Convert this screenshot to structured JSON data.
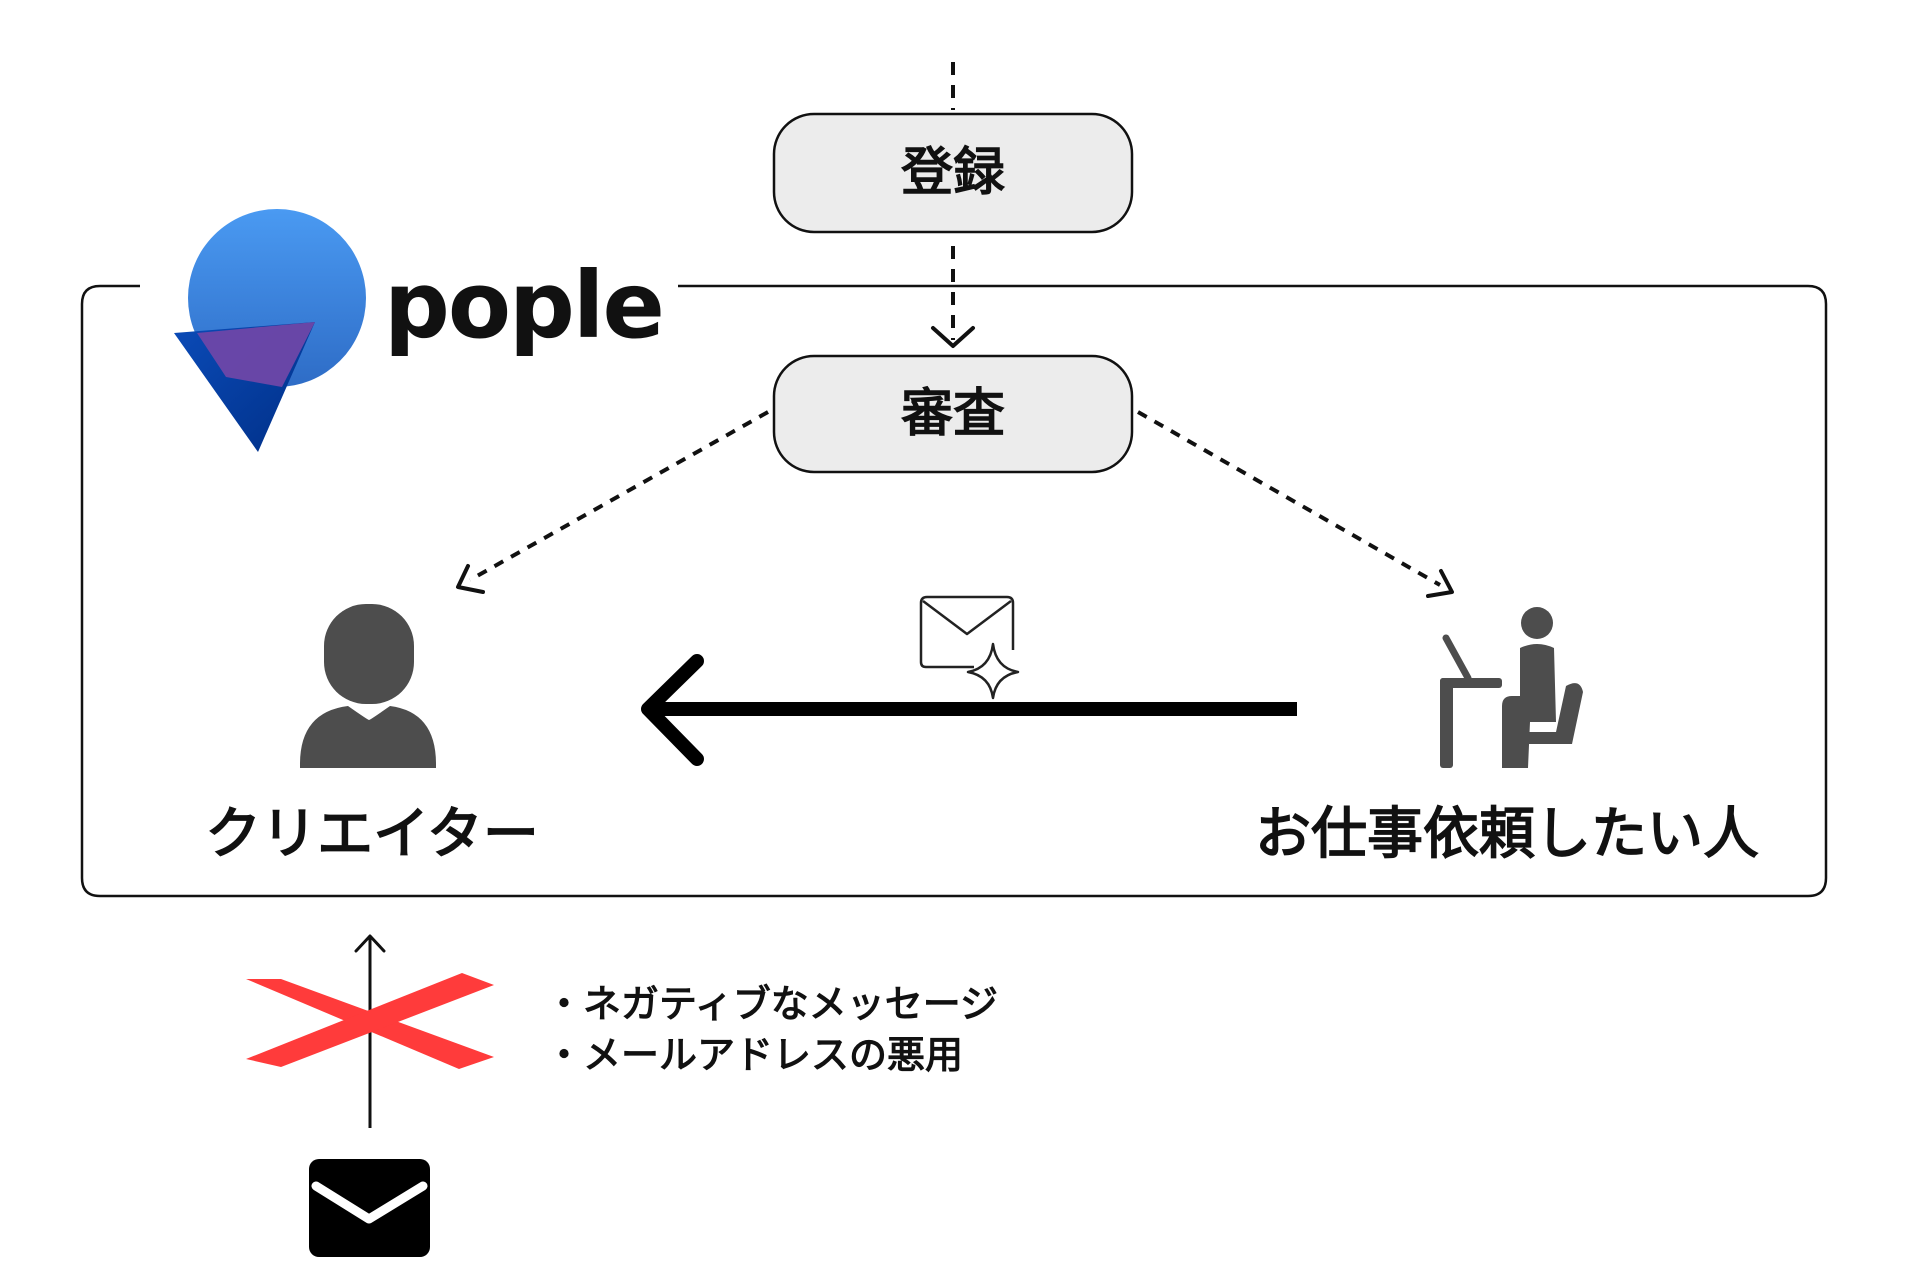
{
  "brand": {
    "name": "pople",
    "colors": {
      "circle_top": "#4a9af2",
      "circle_bottom": "#2e6cc6",
      "triangle": "#003a9e",
      "overlap": "#6e47a8"
    }
  },
  "flow": {
    "register_label": "登録",
    "review_label": "審査"
  },
  "actors": {
    "creator_label": "クリエイター",
    "client_label": "お仕事依頼したい人"
  },
  "blocked": {
    "items": [
      "・ネガティブなメッセージ",
      "・メールアドレスの悪用"
    ]
  },
  "icons": {
    "creator": "person-icon",
    "client": "person-at-desk-icon",
    "message": "mail-sparkle-icon",
    "blocked_mail": "mail-icon",
    "block_mark": "red-x-icon"
  },
  "colors": {
    "stroke": "#111111",
    "box_fill": "#ececec",
    "person_gray": "#4d4d4d",
    "block_red": "#ff3b3b"
  }
}
